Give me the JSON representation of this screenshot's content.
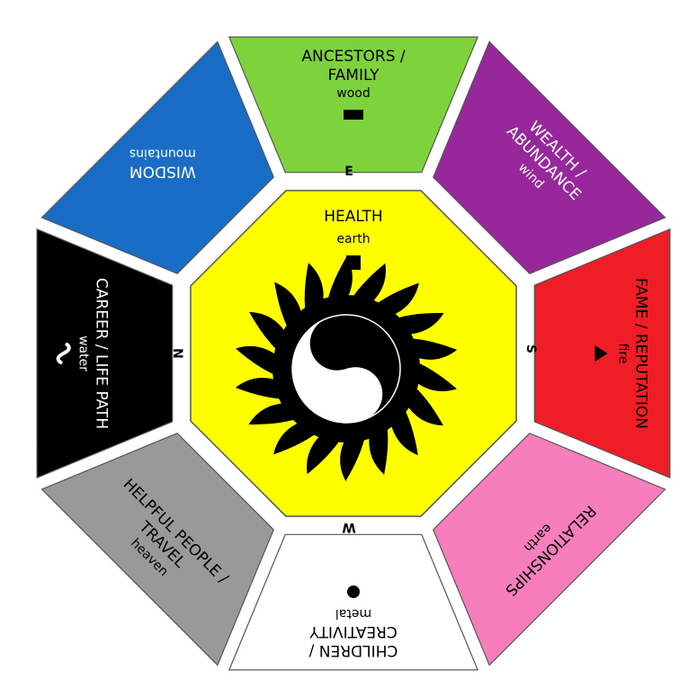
{
  "diagram": {
    "segments": [
      {
        "id": "top",
        "title_lines": [
          "ANCESTORS /",
          "FAMILY"
        ],
        "element": "wood",
        "color": "#7ed23b",
        "text_color": "#000000",
        "symbol": "rect-icon"
      },
      {
        "id": "top-right",
        "title_lines": [
          "WEALTH /",
          "ABUNDANCE"
        ],
        "element": "wind",
        "color": "#97279b",
        "text_color": "#ffffff",
        "symbol": ""
      },
      {
        "id": "right",
        "title_lines": [
          "FAME / REPUTATION"
        ],
        "element": "fire",
        "color": "#ef1d26",
        "text_color": "#000000",
        "symbol": "triangle-icon"
      },
      {
        "id": "bottom-right",
        "title_lines": [
          "RELATIONSHIPS"
        ],
        "element": "earth",
        "color": "#f67fbb",
        "text_color": "#000000",
        "symbol": ""
      },
      {
        "id": "bottom",
        "title_lines": [
          "CHILDREN /",
          "CREATIVITY"
        ],
        "element": "metal",
        "color": "#ffffff",
        "text_color": "#000000",
        "symbol": "circle-icon"
      },
      {
        "id": "bottom-left",
        "title_lines": [
          "HELPFUL PEOPLE /",
          "TRAVEL"
        ],
        "element": "heaven",
        "color": "#999999",
        "text_color": "#000000",
        "symbol": ""
      },
      {
        "id": "left",
        "title_lines": [
          "CAREER / LIFE PATH"
        ],
        "element": "water",
        "color": "#000000",
        "text_color": "#ffffff",
        "symbol": "wave-icon"
      },
      {
        "id": "top-left",
        "title_lines": [
          "WISDOM"
        ],
        "element": "mountains",
        "color": "#1a6dc5",
        "text_color": "#ffffff",
        "symbol": ""
      }
    ],
    "center": {
      "title": "HEALTH",
      "element": "earth",
      "color": "#ffff00",
      "symbol": "square-icon",
      "emblem": "sun-yin-yang-icon"
    },
    "compass": {
      "top": "E",
      "right": "S",
      "bottom": "W",
      "left": "N"
    },
    "outline_color": "#555555"
  }
}
